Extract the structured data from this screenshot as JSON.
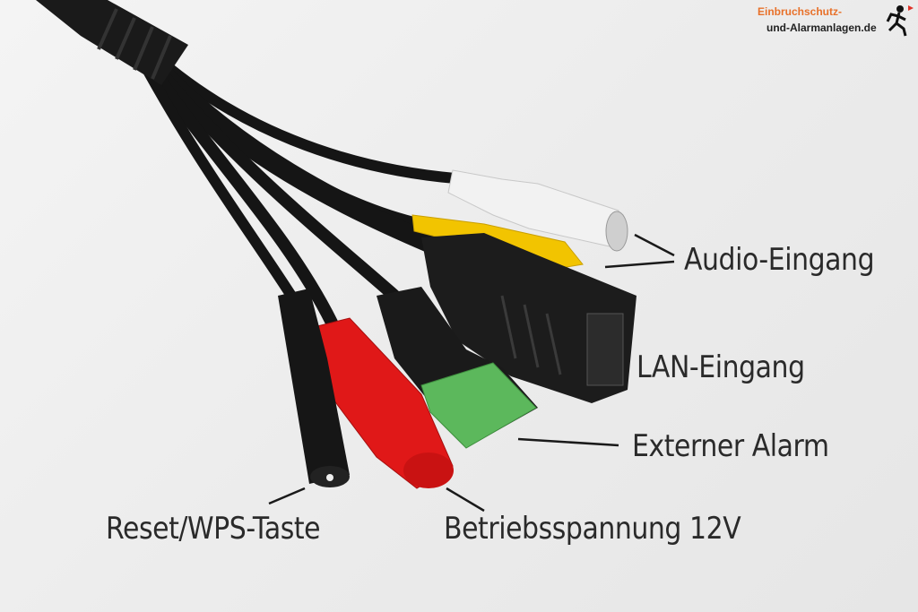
{
  "logo": {
    "line1": "Einbruchschutz-",
    "line2": "und-Alarmanlagen.de"
  },
  "labels": {
    "audio": "Audio-Eingang",
    "lan": "LAN-Eingang",
    "alarm": "Externer Alarm",
    "reset": "Reset/WPS-Taste",
    "power": "Betriebsspannung 12V"
  },
  "colors": {
    "rca_white": "#f2f2f2",
    "rca_yellow": "#f2c400",
    "terminal_green": "#5cb85c",
    "dc_red": "#e01818",
    "cable": "#151515"
  }
}
